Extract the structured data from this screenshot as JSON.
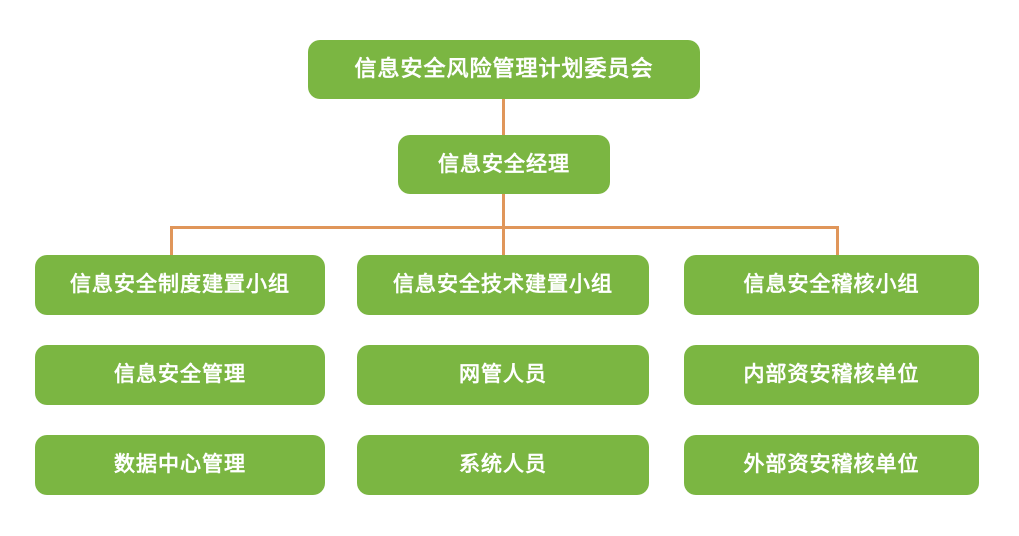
{
  "org_chart": {
    "type": "org-chart",
    "root": "信息安全风险管理计划委员会",
    "manager": "信息安全经理",
    "columns": [
      {
        "head": "信息安全制度建置小组",
        "members": [
          "信息安全管理",
          "数据中心管理"
        ]
      },
      {
        "head": "信息安全技术建置小组",
        "members": [
          "网管人员",
          "系统人员"
        ]
      },
      {
        "head": "信息安全稽核小组",
        "members": [
          "内部资安稽核单位",
          "外部资安稽核单位"
        ]
      }
    ],
    "colors": {
      "node_fill": "#7BB642",
      "node_text": "#FFFFFF",
      "connector": "#E0965A",
      "background": "#FFFFFF"
    }
  }
}
